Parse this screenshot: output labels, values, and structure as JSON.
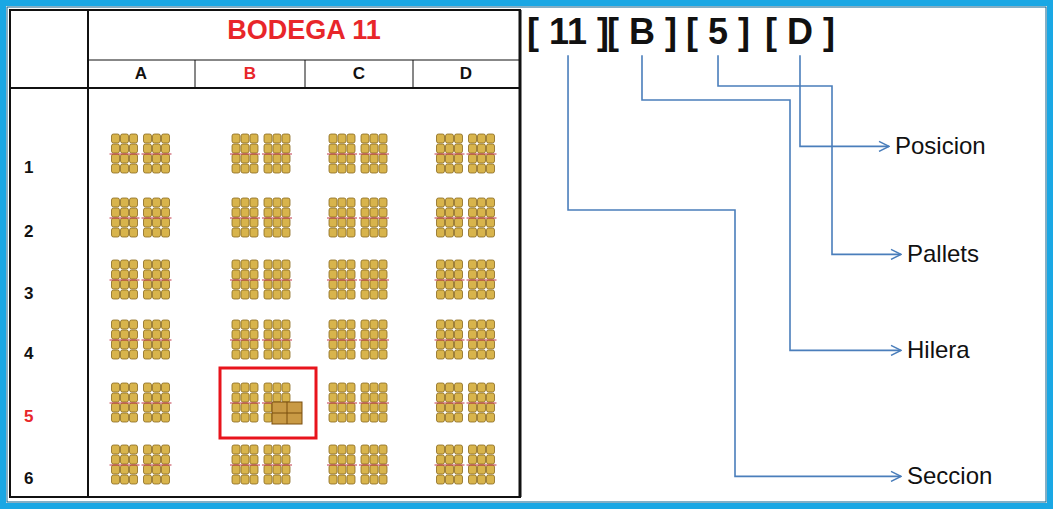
{
  "diagram": {
    "nodes": [
      {
        "text": [
          "[ 11 ]"
        ]
      },
      {
        "text": [
          "[ B ]"
        ]
      },
      {
        "text": [
          "[ 5 ]"
        ]
      },
      {
        "text": [
          "[ D ]"
        ]
      },
      {
        "text": [
          "Seccion"
        ]
      },
      {
        "text": [
          "Hilera"
        ]
      },
      {
        "text": [
          "Pallets"
        ]
      },
      {
        "text": [
          "Posicion"
        ]
      }
    ],
    "edges": [
      {
        "from": 0,
        "to": 4,
        "arrow": "to"
      },
      {
        "from": 1,
        "to": 5,
        "arrow": "to"
      },
      {
        "from": 2,
        "to": 6,
        "arrow": "to"
      },
      {
        "from": 3,
        "to": 7,
        "arrow": "to"
      }
    ],
    "labels": [
      "BODEGA 11",
      "A",
      "B",
      "C",
      "D",
      "1",
      "2",
      "3",
      "4",
      "5",
      "6"
    ]
  }
}
